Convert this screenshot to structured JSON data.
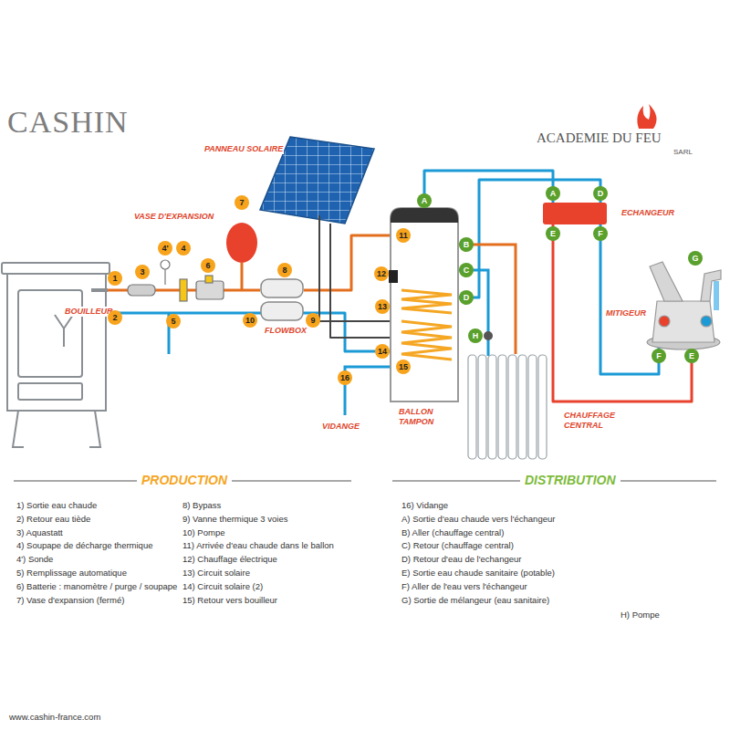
{
  "diagram": {
    "nodes": [
      {
        "text": [
          "PANNEAU SOLAIRE"
        ]
      },
      {
        "text": [
          "VASE D'EXPANSION"
        ]
      },
      {
        "text": [
          "BOUILLEUR"
        ]
      },
      {
        "text": [
          "FLOWBOX"
        ]
      },
      {
        "text": [
          "BALLON TAMPON"
        ]
      },
      {
        "text": [
          "ECHANGEUR"
        ]
      },
      {
        "text": [
          "MITIGEUR"
        ]
      }
    ],
    "edges": [
      {
        "from": 2,
        "to": 3,
        "arrow": "none"
      },
      {
        "from": 3,
        "to": 4,
        "arrow": "none"
      },
      {
        "from": 4,
        "to": 2,
        "arrow": "none"
      },
      {
        "from": 0,
        "to": 4,
        "arrow": "none"
      },
      {
        "from": 4,
        "to": 5,
        "arrow": "none"
      },
      {
        "from": 5,
        "to": 4,
        "arrow": "none"
      },
      {
        "from": 5,
        "to": 6,
        "arrow": "none"
      },
      {
        "from": 5,
        "to": 6,
        "arrow": "none"
      }
    ],
    "labels": [
      "CASHIN",
      "ACADEMIE DU FEU",
      "SARL",
      "1",
      "2",
      "3",
      "4'",
      "4",
      "5",
      "6",
      "7",
      "8",
      "9",
      "10",
      "11",
      "12",
      "13",
      "14",
      "15",
      "16",
      "A",
      "B",
      "C",
      "D",
      "A",
      "D",
      "E",
      "F",
      "G",
      "F",
      "E",
      "H",
      "VIDANGE",
      "CHAUFFAGE CENTRAL",
      "PRODUCTION",
      "DISTRIBUTION",
      "1) Sortie eau chaude",
      "2) Retour eau tiède",
      "3) Aquastatt",
      "4) Soupape de décharge thermique",
      "4') Sonde",
      "5) Remplissage automatique",
      "6) Batterie : manomètre / purge / soupape",
      "7) Vase d'expansion (fermé)",
      "8) Bypass",
      "9) Vanne thermique 3 voies",
      "10) Pompe",
      "11) Arrivée d'eau chaude dans le ballon",
      "12) Chauffage électrique",
      "13) Circuit solaire",
      "14) Circuit solaire (2)",
      "15) Retour vers bouilleur",
      "16) Vidange",
      "A) Sortie d'eau chaude vers l'échangeur",
      "B) Aller (chauffage central)",
      "C) Retour (chauffage central)",
      "D) Retour d'eau de l'echangeur",
      "E) Sortie eau chaude sanitaire (potable)",
      "F) Aller de l'eau vers l'échangeur",
      "G) Sortie de mélangeur (eau sanitaire)",
      "H) Pompe",
      "www.cashin-france.com"
    ]
  }
}
